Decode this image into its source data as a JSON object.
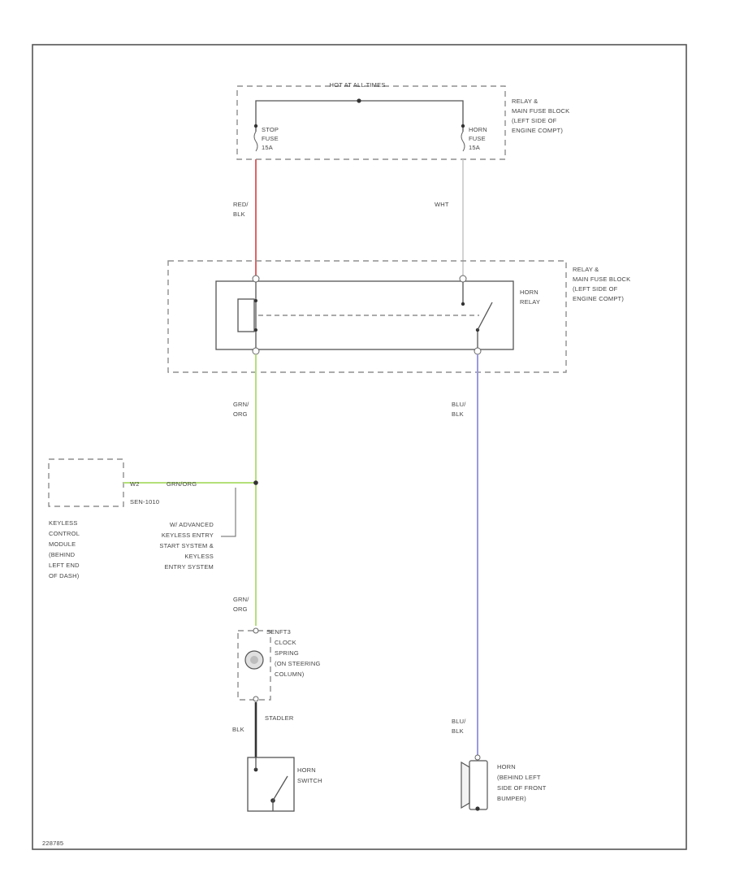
{
  "colors": {
    "wire_red": "#e06464",
    "wire_white": "#c8c8c8",
    "wire_green": "#b4e07a",
    "wire_blue": "#9a9ae6",
    "wire_dark": "#555555",
    "border": "#555555"
  },
  "fuse_block": {
    "hot_label": "HOT AT ALL TIMES",
    "name": [
      "RELAY &",
      "MAIN FUSE BLOCK",
      "(LEFT SIDE OF",
      "ENGINE COMPT)"
    ],
    "stop_fuse": [
      "STOP",
      "FUSE",
      "15A"
    ],
    "horn_fuse": [
      "HORN",
      "FUSE",
      "15A"
    ]
  },
  "wires": {
    "red_blk": [
      "RED/",
      "BLK"
    ],
    "wht": "WHT",
    "grn_org_upper": [
      "GRN/",
      "ORG"
    ],
    "blu_blk_upper": [
      "BLU/",
      "BLK"
    ],
    "grn_org_lower": [
      "GRN/",
      "ORG"
    ],
    "blk": [
      "BLK"
    ],
    "blu_blk_lower": [
      "BLU/",
      "BLK"
    ],
    "keyless_wire": "GRN/ORG",
    "keyless_pins": [
      "W2",
      "SEN-1010"
    ]
  },
  "relay_block": {
    "name": [
      "RELAY &",
      "MAIN FUSE BLOCK",
      "(LEFT SIDE OF",
      "ENGINE COMPT)"
    ],
    "relay_label": [
      "HORN",
      "RELAY"
    ]
  },
  "keyless": {
    "module": [
      "KEYLESS",
      "CONTROL",
      "MODULE",
      "(BEHIND",
      "LEFT END",
      "OF DASH)"
    ],
    "note": [
      "W/ ADVANCED",
      "KEYLESS ENTRY",
      "START SYSTEM &",
      "KEYLESS",
      "ENTRY SYSTEM"
    ]
  },
  "clock_spring": {
    "label": [
      "SENFT3",
      "CLOCK",
      "SPRING",
      "(ON STEERING",
      "COLUMN)"
    ],
    "sub": "STADLER"
  },
  "horn_switch": [
    "HORN",
    "SWITCH"
  ],
  "horn": [
    "HORN",
    "(BEHIND LEFT",
    "SIDE OF FRONT",
    "BUMPER)"
  ],
  "figure_code": "228785"
}
